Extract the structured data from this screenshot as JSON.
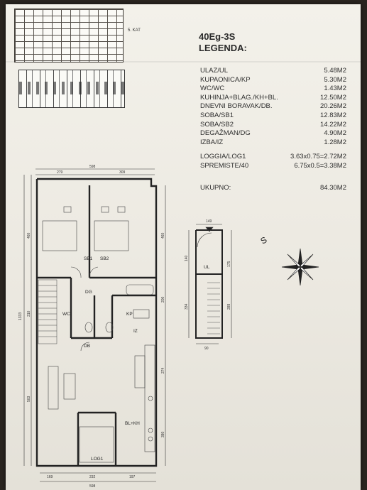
{
  "header": {
    "floor_code": "5. KAT",
    "title": "40Eg-3S",
    "subtitle": "LEGENDA:"
  },
  "legend": {
    "rooms": [
      {
        "name": "ULAZ/UL",
        "area": "5.48M2"
      },
      {
        "name": "KUPAONICA/KP",
        "area": "5.30M2"
      },
      {
        "name": "WC/WC",
        "area": "1.43M2"
      },
      {
        "name": "KUHINJA+BLAG./KH+BL.",
        "area": "12.50M2"
      },
      {
        "name": "DNEVNI BORAVAK/DB.",
        "area": "20.26M2"
      },
      {
        "name": "SOBA/SB1",
        "area": "12.83M2"
      },
      {
        "name": "SOBA/SB2",
        "area": "14.22M2"
      },
      {
        "name": "DEGAŽMAN/DG",
        "area": "4.90M2"
      },
      {
        "name": "IZBA/IZ",
        "area": "1.28M2"
      }
    ],
    "extras": [
      {
        "name": "LOGGIA/LOG1",
        "area": "3.63x0.75=2.72M2"
      },
      {
        "name": "SPREMISTE/40",
        "area": "6.75x0.5=3.38M2"
      }
    ],
    "total": {
      "name": "UKUPNO:",
      "area": "84.30M2"
    }
  },
  "plan": {
    "room_labels": {
      "sb1": "SB1",
      "sb2": "SB2",
      "dg": "DG",
      "wc": "WC",
      "kp": "KP",
      "iz": "IZ",
      "db": "DB",
      "blkh": "BL+KH",
      "log1": "LOG1"
    },
    "dims": {
      "top_total": "598",
      "top_left": "279",
      "top_right": "309",
      "left_total": "1333",
      "left_a": "460",
      "left_b": "310",
      "left_c": "503",
      "right_a": "460",
      "right_b": "200",
      "right_c": "274",
      "right_d": "380",
      "bottom_a": "169",
      "bottom_b": "232",
      "bottom_c": "197",
      "bottom_total": "598"
    }
  },
  "storage": {
    "label": "UL",
    "dims": {
      "top": "149",
      "left_a": "140",
      "left_b": "334",
      "right_a": "175",
      "right_b": "289",
      "bottom": "90"
    }
  },
  "compass": {
    "label": "S"
  }
}
